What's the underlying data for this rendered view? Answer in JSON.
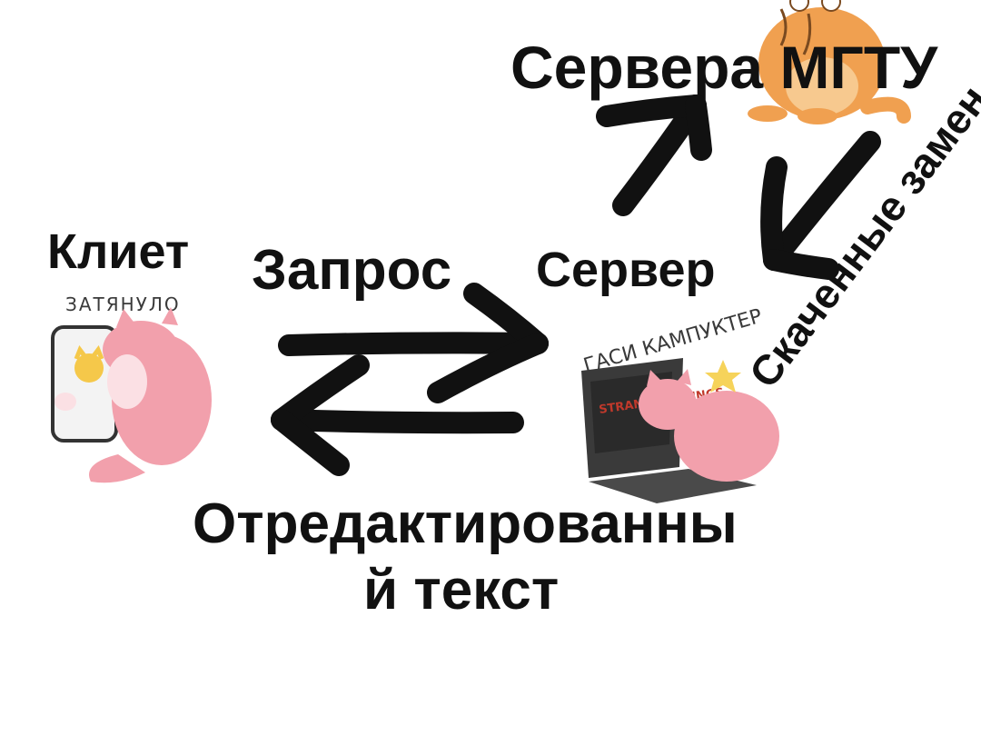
{
  "labels": {
    "client": "Клиет",
    "request": "Запрос",
    "server": "Сервер",
    "mgtu_servers": "Сервера МГТУ",
    "downloaded_replacements": "Скаченные замен",
    "edited_text_line1": "Отредактированны",
    "edited_text_line2": "й текст"
  },
  "stickers": {
    "client_caption": "ЗАТЯНУЛО",
    "server_caption": "ГАСИ КАМПУКТЕР",
    "laptop_screen": "STRANGER THINGS"
  },
  "icons": {
    "client_sticker": "pink-cat-holding-phone",
    "server_sticker": "pink-cat-on-laptop",
    "mgtu_sticker": "orange-cat"
  },
  "colors": {
    "ink": "#111111",
    "pink_cat": "#f2a0ac",
    "orange_cat": "#f0a050",
    "laptop": "#3a3a3a"
  }
}
